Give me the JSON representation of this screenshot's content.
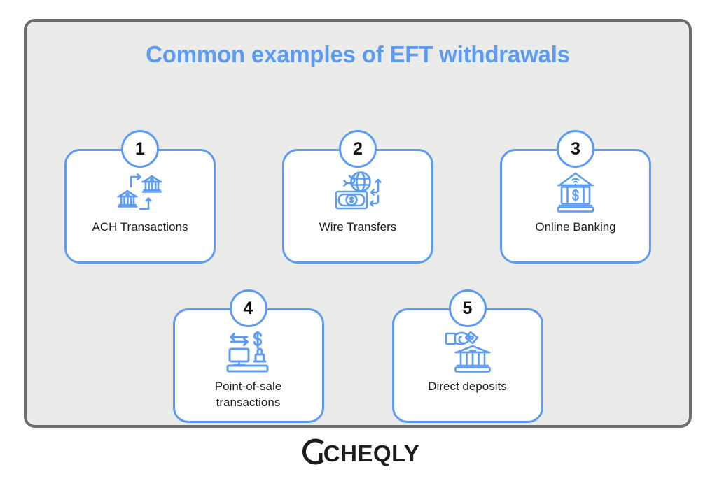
{
  "header": {
    "title": "Common examples of EFT withdrawals"
  },
  "colors": {
    "accent_blue": "#5b9bf5",
    "panel_bg": "#ebebe9",
    "panel_border": "#6e6e6e",
    "card_bg": "#ffffff",
    "text": "#1b1b1b",
    "page_bg": "#ffffff"
  },
  "cards": [
    {
      "number": "1",
      "label": "ACH Transactions",
      "icon": "two-banks-transfer-icon"
    },
    {
      "number": "2",
      "label": "Wire Transfers",
      "icon": "globe-banknote-transfer-icon"
    },
    {
      "number": "3",
      "label": "Online Banking",
      "icon": "bank-wifi-dollar-icon"
    },
    {
      "number": "4",
      "label": "Point-of-sale\ntransactions",
      "icon": "pos-terminal-icon"
    },
    {
      "number": "5",
      "label": "Direct deposits",
      "icon": "hand-deposit-bank-icon"
    }
  ],
  "footer": {
    "logo_mark": "cheqly-c-mark-icon",
    "logo_text": "CHEQLY"
  }
}
